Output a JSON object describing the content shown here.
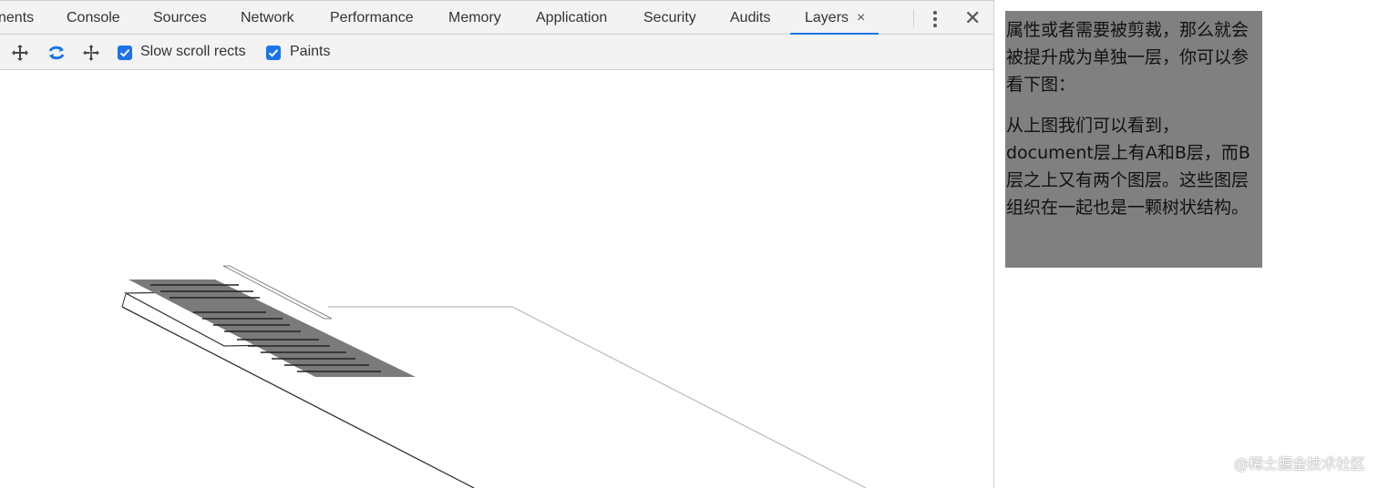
{
  "tabs": [
    {
      "label": "nents"
    },
    {
      "label": "Console"
    },
    {
      "label": "Sources"
    },
    {
      "label": "Network"
    },
    {
      "label": "Performance"
    },
    {
      "label": "Memory"
    },
    {
      "label": "Application"
    },
    {
      "label": "Security"
    },
    {
      "label": "Audits"
    },
    {
      "label": "Layers"
    }
  ],
  "active_tab": "Layers",
  "tab_close_glyph": "×",
  "window_close_glyph": "✕",
  "toolbar": {
    "slow_scroll_label": "Slow scroll rects",
    "slow_scroll_checked": true,
    "paints_label": "Paints",
    "paints_checked": true,
    "icons": [
      "pan-icon",
      "rotate-icon",
      "reset-transform-icon"
    ]
  },
  "article": {
    "para1": "属性或者需要被剪裁，那么就会被提升成为单独一层，你可以参看下图：",
    "para2": "从上图我们可以看到，document层上有A和B层，而B层之上又有两个图层。这些图层组织在一起也是一颗树状结构。"
  },
  "watermark": "@稀土掘金技术社区",
  "colors": {
    "accent": "#1a73e8",
    "panel_bg": "#f3f3f3",
    "highlight_box": "#808080"
  }
}
